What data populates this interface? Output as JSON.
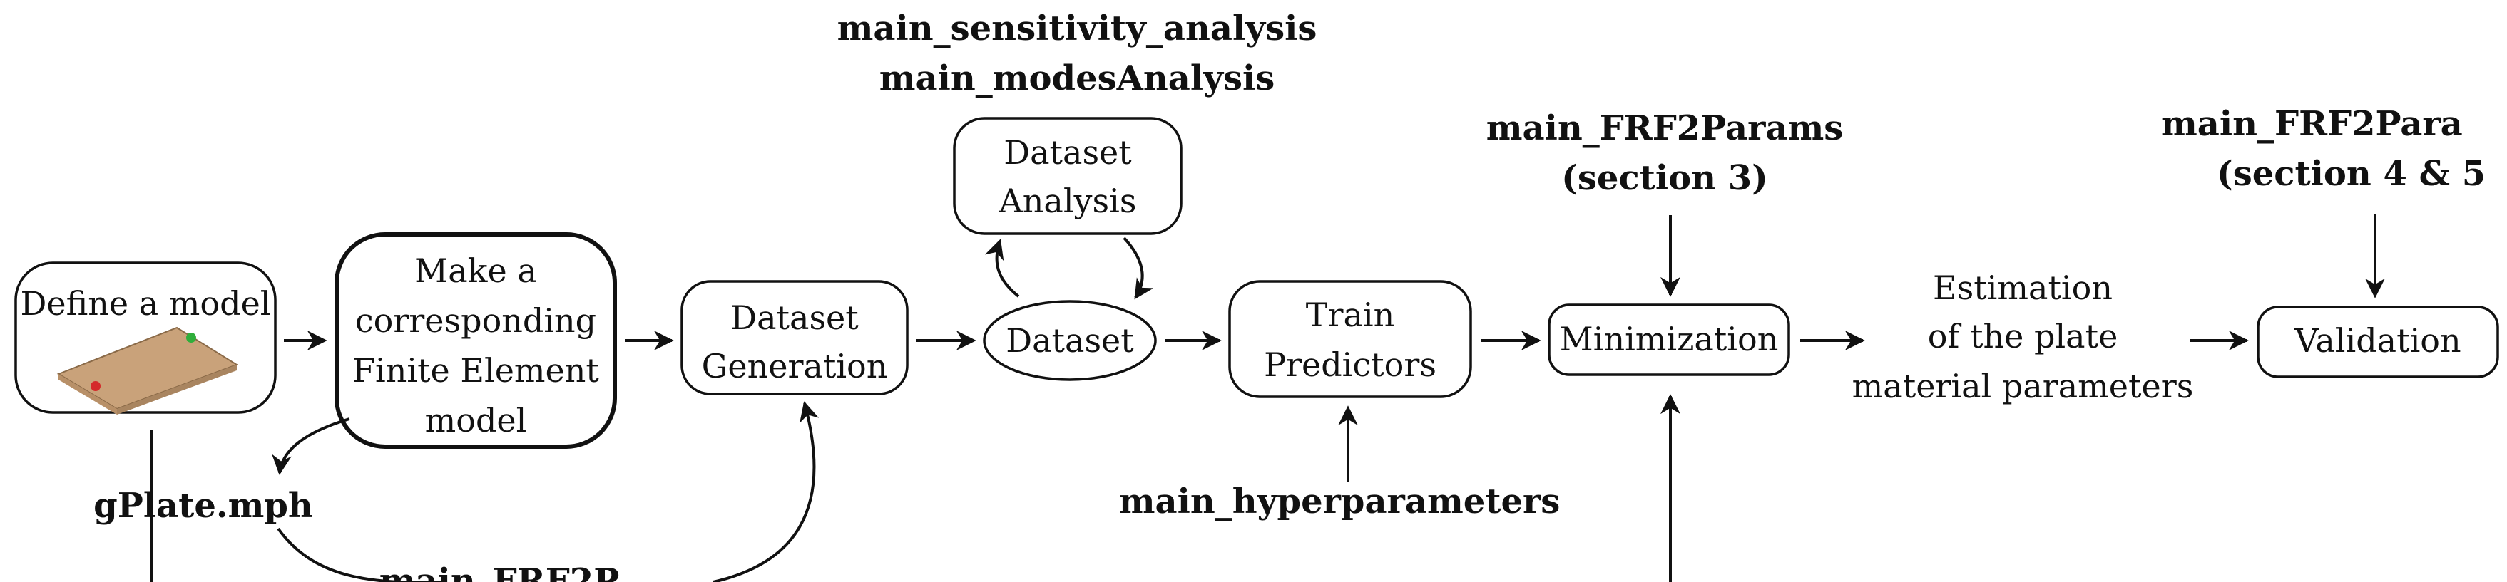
{
  "nodes": {
    "define_model": "Define a model",
    "fe_model": [
      "Make a",
      "corresponding",
      "Finite Element",
      "model"
    ],
    "dataset_generation": [
      "Dataset",
      "Generation"
    ],
    "dataset": "Dataset",
    "dataset_analysis": [
      "Dataset",
      "Analysis"
    ],
    "train_predictors": [
      "Train",
      "Predictors"
    ],
    "minimization": "Minimization",
    "estimation": [
      "Estimation",
      "of the plate",
      "material parameters"
    ],
    "validation": "Validation"
  },
  "scripts": {
    "sensitivity": "main_sensitivity_analysis",
    "modes": "main_modesAnalysis",
    "frf2params_s3_name": "main_FRF2Params",
    "frf2params_s3_section": "(section 3)",
    "frf2params_s45_name": "main_FRF2Para",
    "frf2params_s45_section": "(section 4 & 5",
    "hyperparameters": "main_hyperparameters",
    "gplate": "gPlate.mph",
    "bottom_cut": "main_FRF2P"
  },
  "colors": {
    "plate": "#c9a27a",
    "plate_edge": "#8a6a48",
    "dot_green": "#2fae3b",
    "dot_red": "#d42a2a"
  }
}
